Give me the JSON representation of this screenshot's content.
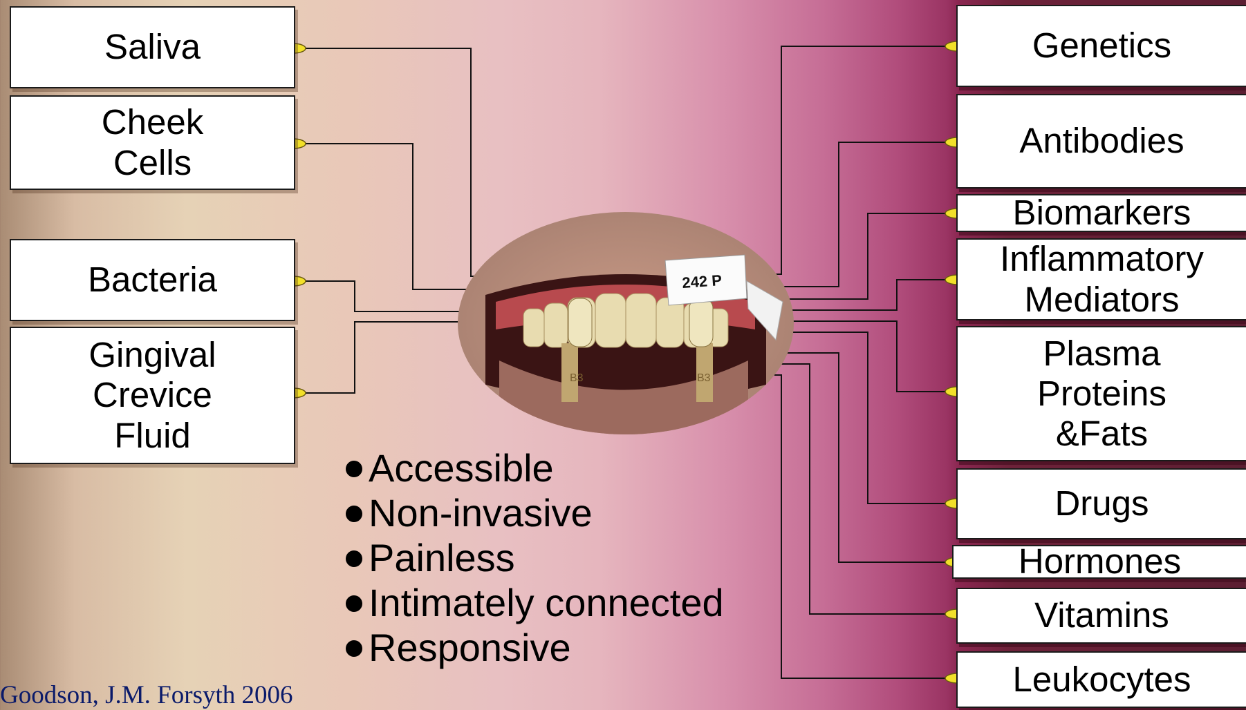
{
  "left_boxes": [
    {
      "label": "Saliva"
    },
    {
      "label": "Cheek\nCells"
    },
    {
      "label": "Bacteria"
    },
    {
      "label": "Gingival\nCrevice\nFluid"
    }
  ],
  "right_boxes": [
    {
      "label": "Genetics"
    },
    {
      "label": "Antibodies"
    },
    {
      "label": "Biomarkers"
    },
    {
      "label": "Inflammatory\nMediators"
    },
    {
      "label": "Plasma\nProteins\n&Fats"
    },
    {
      "label": "Drugs"
    },
    {
      "label": "Hormones"
    },
    {
      "label": "Vitamins"
    },
    {
      "label": "Leukocytes"
    }
  ],
  "image": {
    "tag_text": "242 P",
    "shade_left": "B3",
    "shade_right": "B3"
  },
  "bullets": [
    "Accessible",
    "Non-invasive",
    "Painless",
    "Intimately connected",
    "Responsive"
  ],
  "citation": "Goodson, J.M. Forsyth 2006",
  "colors": {
    "connector_dot": "#f2e02a",
    "line": "#111111",
    "right_panel": "#5c1e32"
  }
}
